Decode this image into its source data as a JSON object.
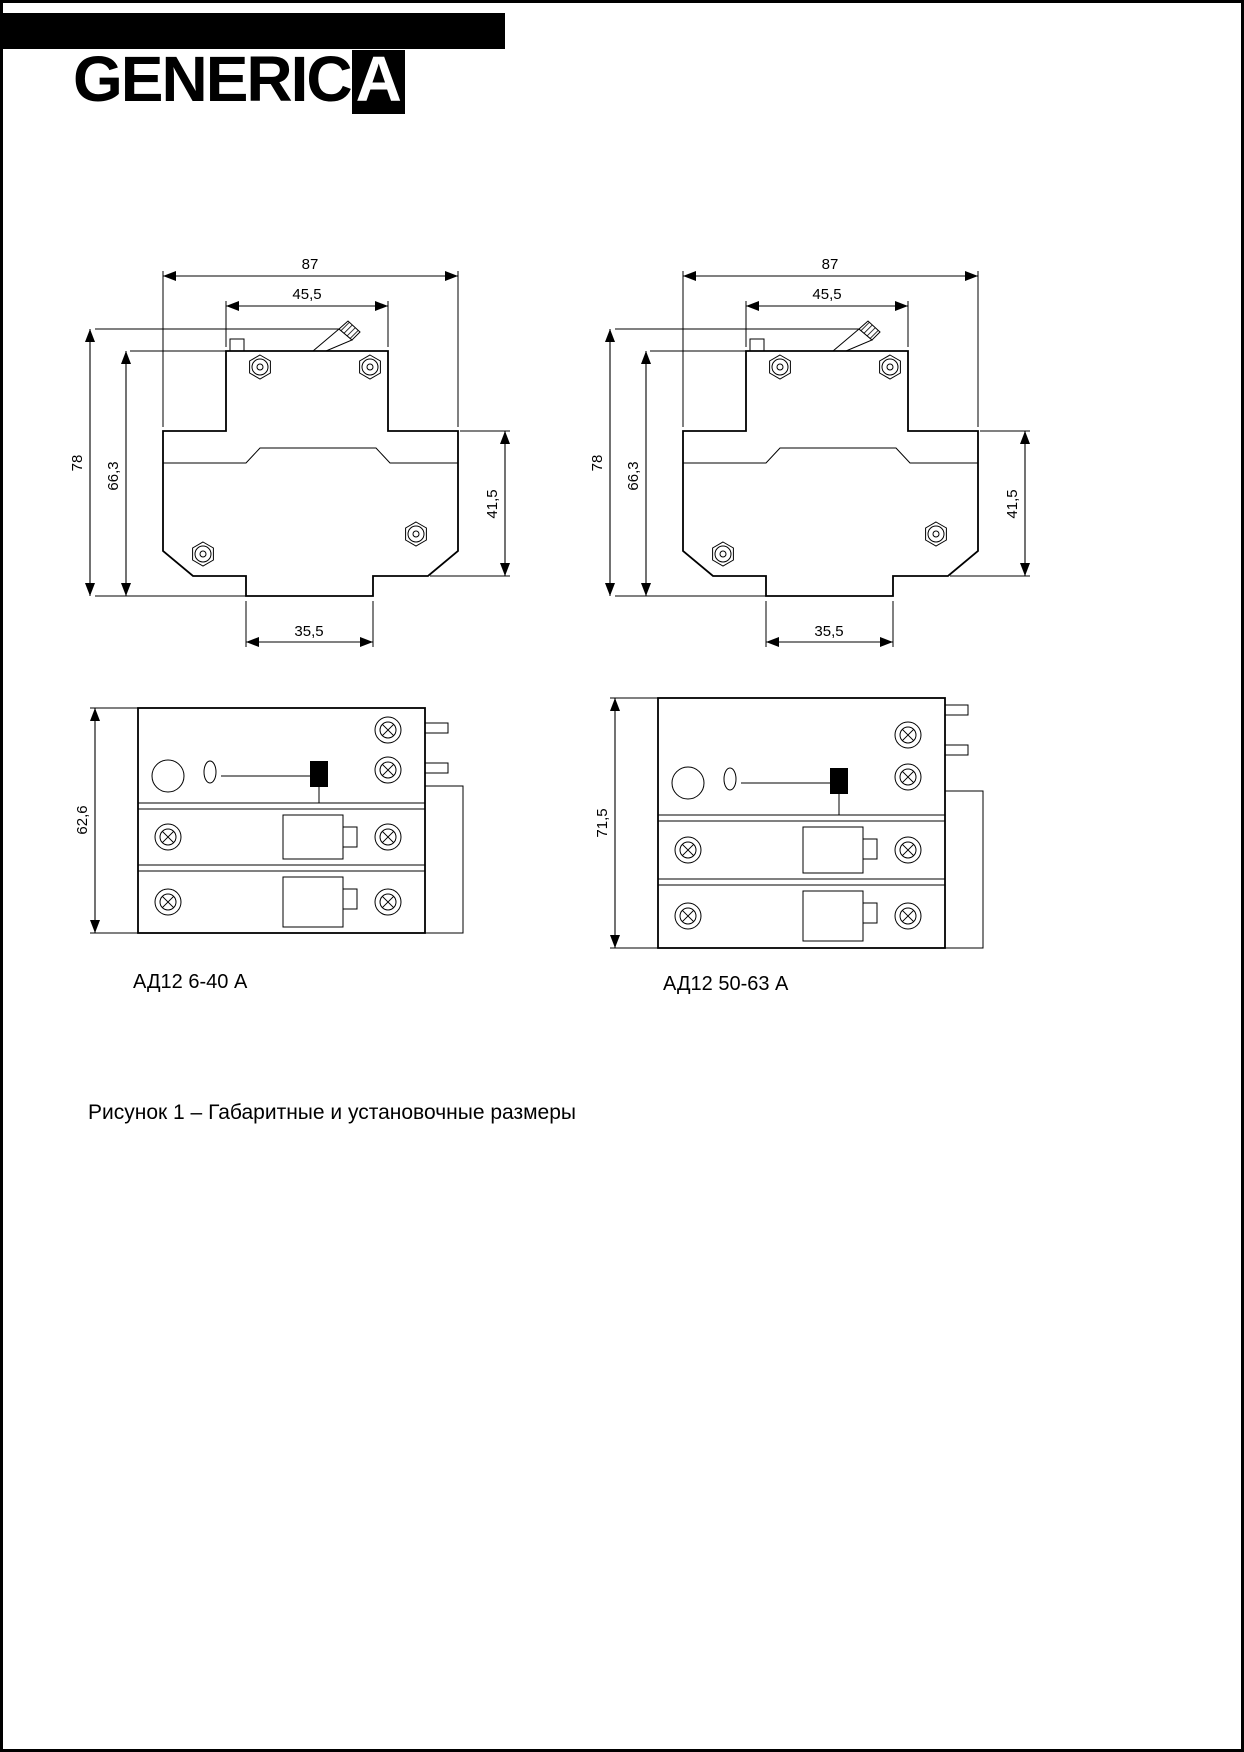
{
  "page": {
    "logo_main": "GENERIC",
    "logo_accent": "A",
    "caption": "Рисунок 1 – Габаритные и установочные размеры"
  },
  "products": [
    {
      "label": "АД12 6-40 А",
      "front": {
        "total_width": "87",
        "top_width": "45,5",
        "total_height": "78",
        "body_height": "66,3",
        "side_height": "41,5",
        "bottom_width": "35,5"
      },
      "top": {
        "depth": "62,6"
      }
    },
    {
      "label": "АД12 50-63 А",
      "front": {
        "total_width": "87",
        "top_width": "45,5",
        "total_height": "78",
        "body_height": "66,3",
        "side_height": "41,5",
        "bottom_width": "35,5"
      },
      "top": {
        "depth": "71,5"
      }
    }
  ]
}
